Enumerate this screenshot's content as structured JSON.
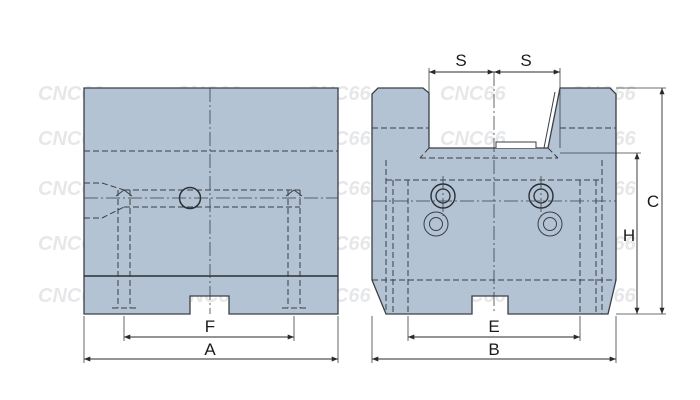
{
  "dimensions": {
    "A": "A",
    "F": "F",
    "B": "B",
    "E": "E",
    "S_left": "S",
    "S_right": "S",
    "C": "C",
    "H": "H"
  },
  "watermark": {
    "text": "CNC66"
  },
  "colors": {
    "body_fill": "#b4c3d4",
    "outline": "#3a3f45",
    "dim_line": "#2a2a2a"
  }
}
